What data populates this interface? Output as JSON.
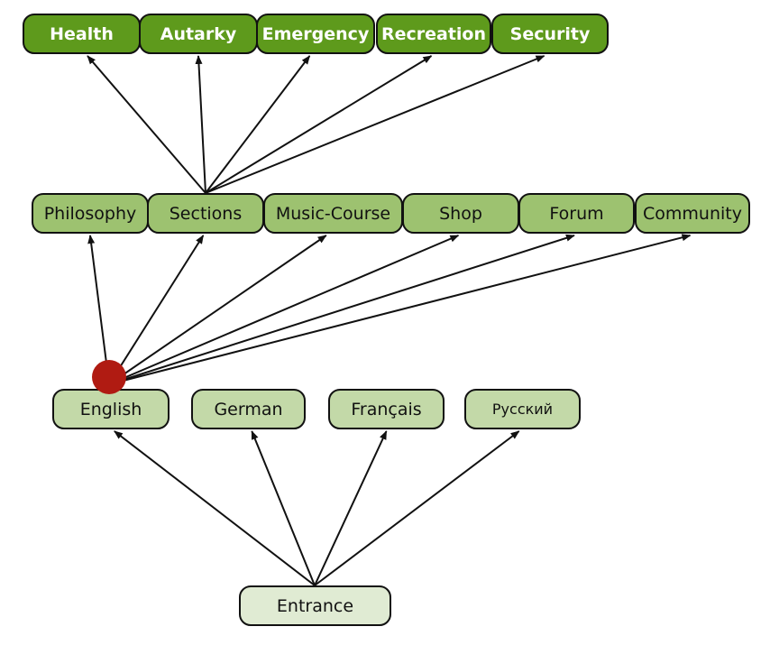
{
  "diagram": {
    "type": "navigation-tree",
    "colors": {
      "level1_fill": "#5e9a1c",
      "level2_fill": "#9dc270",
      "level3_fill": "#c3d9a8",
      "level4_fill": "#e0ebd3",
      "marker": "#b01b12",
      "edge": "#111111"
    },
    "nodes": {
      "health": "Health",
      "autarky": "Autarky",
      "emergency": "Emergency",
      "recreation": "Recreation",
      "security": "Security",
      "philosophy": "Philosophy",
      "sections": "Sections",
      "music_course": "Music-Course",
      "shop": "Shop",
      "forum": "Forum",
      "community": "Community",
      "english": "English",
      "german": "German",
      "francais": "Français",
      "russian": "Русский",
      "entrance": "Entrance"
    },
    "edges": [
      {
        "from": "entrance",
        "to": "english"
      },
      {
        "from": "entrance",
        "to": "german"
      },
      {
        "from": "entrance",
        "to": "francais"
      },
      {
        "from": "entrance",
        "to": "russian"
      },
      {
        "from": "english",
        "to": "philosophy"
      },
      {
        "from": "english",
        "to": "sections"
      },
      {
        "from": "english",
        "to": "music_course"
      },
      {
        "from": "english",
        "to": "shop"
      },
      {
        "from": "english",
        "to": "forum"
      },
      {
        "from": "english",
        "to": "community"
      },
      {
        "from": "sections",
        "to": "health"
      },
      {
        "from": "sections",
        "to": "autarky"
      },
      {
        "from": "sections",
        "to": "emergency"
      },
      {
        "from": "sections",
        "to": "recreation"
      },
      {
        "from": "sections",
        "to": "security"
      }
    ],
    "current_location": "english"
  }
}
